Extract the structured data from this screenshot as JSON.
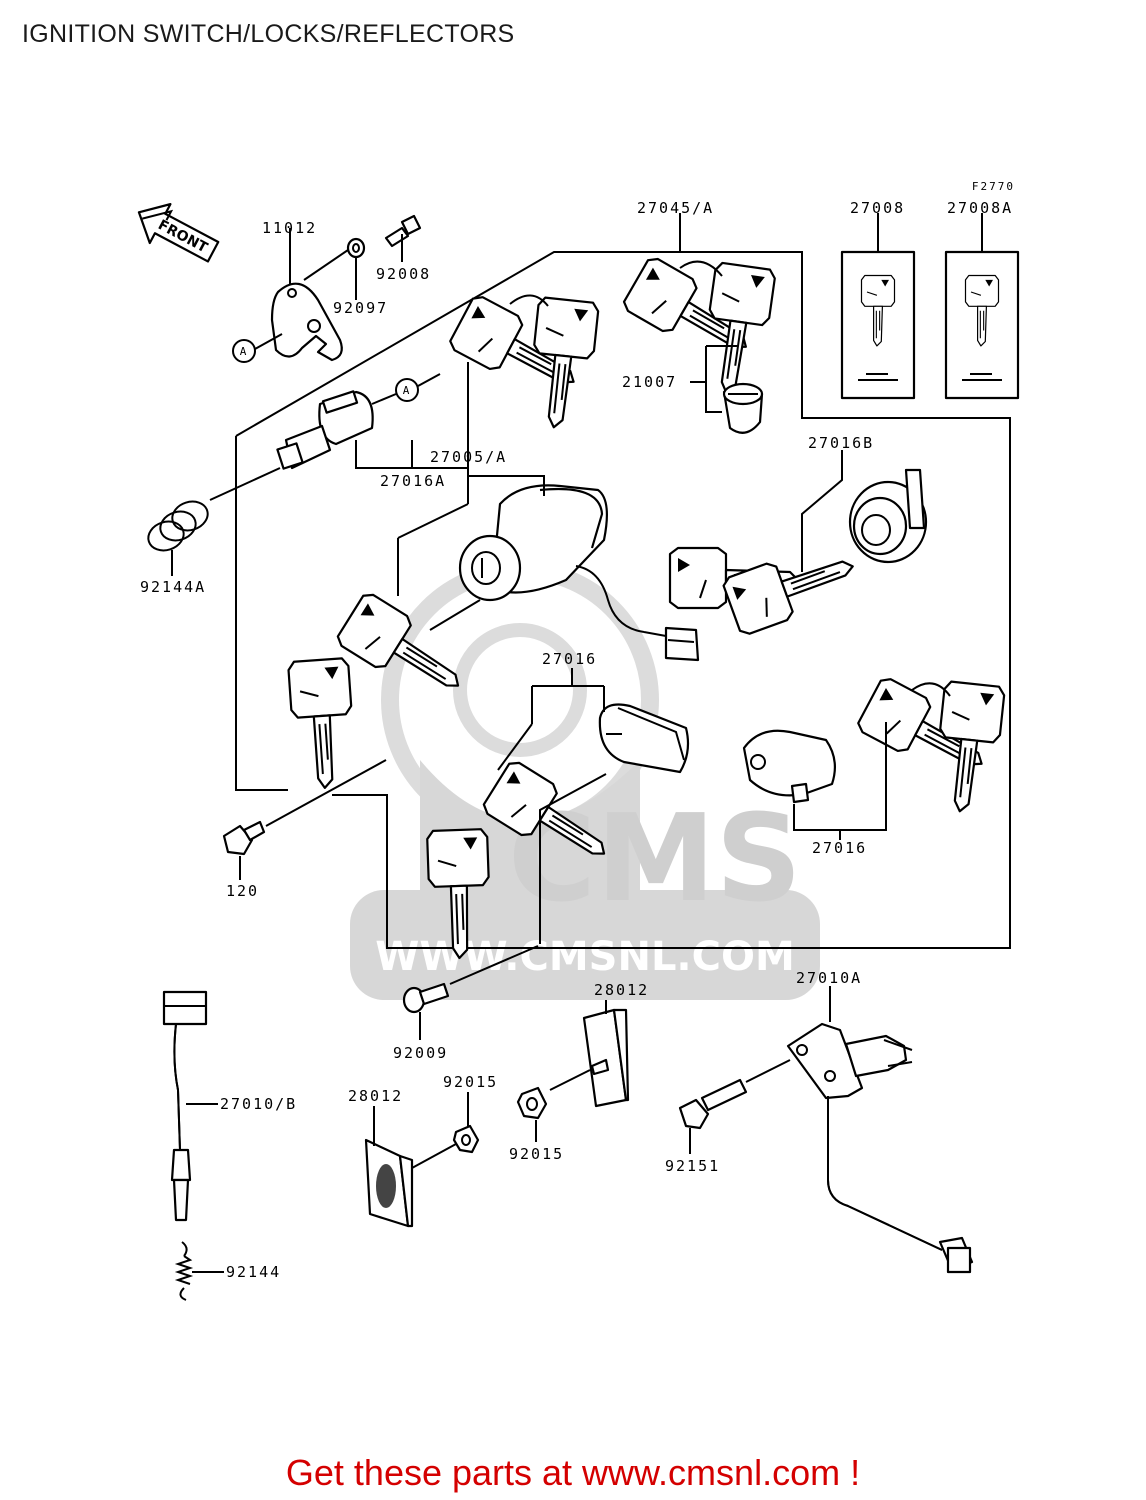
{
  "page": {
    "title": "IGNITION SWITCH/LOCKS/REFLECTORS",
    "footer": "Get these parts at www.cmsnl.com !"
  },
  "diagram": {
    "figure_code": "F2770",
    "front_arrow": "FRONT",
    "callout_a": "A",
    "watermark": {
      "brand": "CMS",
      "url": "WWW.CMSNL.COM"
    },
    "parts": [
      {
        "id": "p-11012",
        "label": "11012"
      },
      {
        "id": "p-92008",
        "label": "92008"
      },
      {
        "id": "p-92097",
        "label": "92097"
      },
      {
        "id": "p-27045a",
        "label": "27045/A"
      },
      {
        "id": "p-27008",
        "label": "27008"
      },
      {
        "id": "p-27008a",
        "label": "27008A"
      },
      {
        "id": "p-21007",
        "label": "21007"
      },
      {
        "id": "p-27016a",
        "label": "27016A"
      },
      {
        "id": "p-27005a",
        "label": "27005/A"
      },
      {
        "id": "p-27016b",
        "label": "27016B"
      },
      {
        "id": "p-92144a",
        "label": "92144A"
      },
      {
        "id": "p-27016-1",
        "label": "27016"
      },
      {
        "id": "p-27016-2",
        "label": "27016"
      },
      {
        "id": "p-120",
        "label": "120"
      },
      {
        "id": "p-92009",
        "label": "92009"
      },
      {
        "id": "p-28012-1",
        "label": "28012"
      },
      {
        "id": "p-27010a",
        "label": "27010A"
      },
      {
        "id": "p-27010b",
        "label": "27010/B"
      },
      {
        "id": "p-92015-1",
        "label": "92015"
      },
      {
        "id": "p-28012-2",
        "label": "28012"
      },
      {
        "id": "p-92015-2",
        "label": "92015"
      },
      {
        "id": "p-92151",
        "label": "92151"
      },
      {
        "id": "p-92144",
        "label": "92144"
      }
    ]
  }
}
